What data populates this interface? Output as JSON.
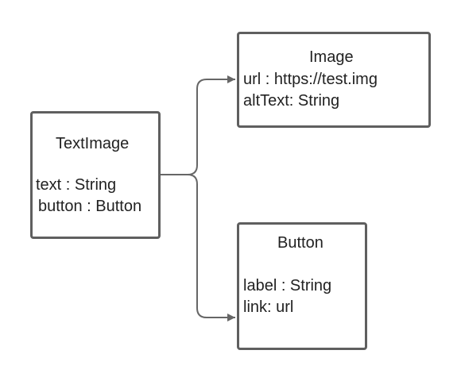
{
  "diagram": {
    "nodes": [
      {
        "title": "TextImage",
        "attributes": [
          "text : String",
          "button : Button"
        ]
      },
      {
        "title": "Image",
        "attributes": [
          "url : https://test.img",
          "altText: String"
        ]
      },
      {
        "title": "Button",
        "attributes": [
          "label : String",
          "link: url"
        ]
      }
    ],
    "edges": [
      {
        "from": "TextImage",
        "to": "Image"
      },
      {
        "from": "TextImage",
        "to": "Button"
      }
    ]
  }
}
